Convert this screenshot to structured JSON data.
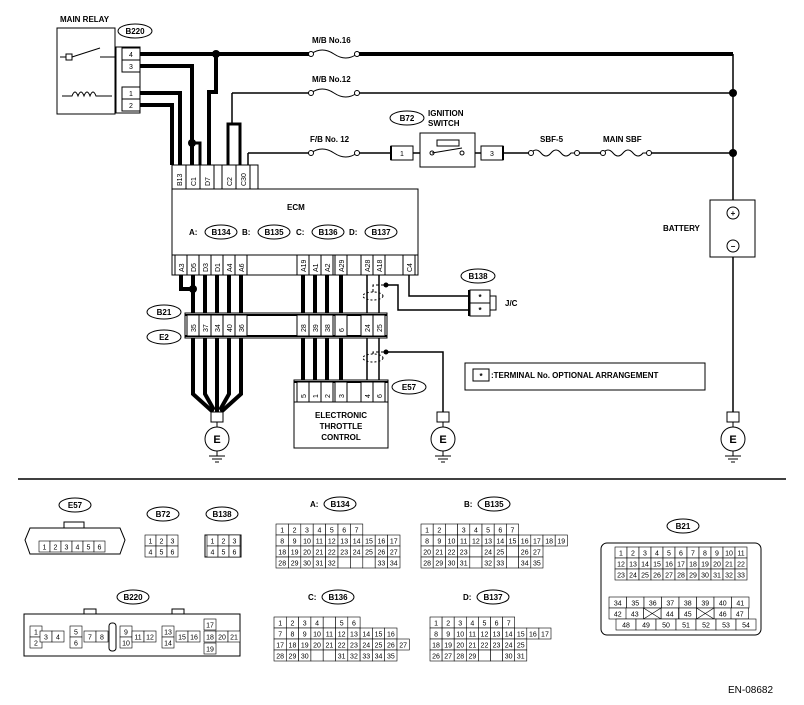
{
  "main_relay": {
    "title": "MAIN RELAY",
    "connector": "B220",
    "pins": [
      "4",
      "3",
      "1",
      "2"
    ]
  },
  "fuses": {
    "mb16": "M/B No.16",
    "mb12": "M/B No.12",
    "fb12": "F/B No. 12",
    "sbf5": "SBF-5",
    "main_sbf": "MAIN SBF"
  },
  "ignition": {
    "connector": "B72",
    "title_line1": "IGNITION",
    "title_line2": "SWITCH",
    "pin_left": "1",
    "pin_right": "3"
  },
  "battery": {
    "label": "BATTERY",
    "plus": "+",
    "minus": "−"
  },
  "ecm": {
    "title": "ECM",
    "top_pins": [
      "B13",
      "C1",
      "D7",
      "C2",
      "C30"
    ],
    "connectors": [
      {
        "prefix": "A:",
        "name": "B134"
      },
      {
        "prefix": "B:",
        "name": "B135"
      },
      {
        "prefix": "C:",
        "name": "B136"
      },
      {
        "prefix": "D:",
        "name": "B137"
      }
    ],
    "bottom_pins": [
      "A3",
      "D5",
      "D3",
      "D1",
      "A4",
      "A6",
      "A19",
      "A1",
      "A2",
      "A29",
      "A28",
      "A18",
      "C4"
    ]
  },
  "jc": {
    "connector": "B138",
    "label": "J/C",
    "star": "*"
  },
  "b21_e2": {
    "b21": "B21",
    "e2": "E2",
    "pins": [
      "35",
      "37",
      "34",
      "40",
      "36",
      "28",
      "39",
      "38",
      "6",
      "24",
      "25"
    ]
  },
  "etc": {
    "connector": "E57",
    "pins": [
      "5",
      "1",
      "2",
      "3",
      "4",
      "6"
    ],
    "line1": "ELECTRONIC",
    "line2": "THROTTLE",
    "line3": "CONTROL"
  },
  "ground": "E",
  "legend": {
    "star": "*",
    "text": ":TERMINAL No. OPTIONAL ARRANGEMENT"
  },
  "connector_views": {
    "e57": {
      "name": "E57",
      "pins": [
        "1",
        "2",
        "3",
        "4",
        "5",
        "6"
      ]
    },
    "b72": {
      "name": "B72",
      "rows": [
        [
          "1",
          "2",
          "3"
        ],
        [
          "4",
          "5",
          "6"
        ]
      ]
    },
    "b138": {
      "name": "B138",
      "rows": [
        [
          "1",
          "2",
          "3"
        ],
        [
          "4",
          "5",
          "6"
        ]
      ]
    },
    "b134": {
      "prefix": "A:",
      "name": "B134",
      "rows": [
        [
          "1",
          "2",
          "3",
          "4",
          "5",
          "6",
          "7"
        ],
        [
          "8",
          "9",
          "10",
          "11",
          "12",
          "13",
          "14",
          "15",
          "16",
          "17"
        ],
        [
          "18",
          "19",
          "20",
          "21",
          "22",
          "23",
          "24",
          "25",
          "26",
          "27"
        ],
        [
          "28",
          "29",
          "30",
          "31",
          "32",
          "",
          "",
          "",
          "33",
          "34"
        ]
      ]
    },
    "b135": {
      "prefix": "B:",
      "name": "B135",
      "rows": [
        [
          "1",
          "2",
          "",
          "3",
          "4",
          "5",
          "6",
          "7"
        ],
        [
          "8",
          "9",
          "10",
          "11",
          "12",
          "13",
          "14",
          "15",
          "16",
          "17",
          "18",
          "19"
        ],
        [
          "20",
          "21",
          "22",
          "23",
          "",
          "24",
          "25",
          "",
          "26",
          "27"
        ],
        [
          "28",
          "29",
          "30",
          "31",
          "",
          "32",
          "33",
          "",
          "34",
          "35"
        ]
      ]
    },
    "b136": {
      "prefix": "C:",
      "name": "B136",
      "rows": [
        [
          "1",
          "2",
          "3",
          "4",
          "",
          "5",
          "6"
        ],
        [
          "7",
          "8",
          "9",
          "10",
          "11",
          "12",
          "13",
          "14",
          "15",
          "16"
        ],
        [
          "17",
          "18",
          "19",
          "20",
          "21",
          "22",
          "23",
          "24",
          "25",
          "26",
          "27"
        ],
        [
          "28",
          "29",
          "30",
          "",
          "",
          "31",
          "32",
          "33",
          "34",
          "35"
        ]
      ]
    },
    "b137": {
      "prefix": "D:",
      "name": "B137",
      "rows": [
        [
          "1",
          "2",
          "3",
          "4",
          "5",
          "6",
          "7"
        ],
        [
          "8",
          "9",
          "10",
          "11",
          "12",
          "13",
          "14",
          "15",
          "16",
          "17"
        ],
        [
          "18",
          "19",
          "20",
          "21",
          "22",
          "23",
          "24",
          "25"
        ],
        [
          "26",
          "27",
          "28",
          "29",
          "",
          "",
          "30",
          "31"
        ]
      ]
    },
    "b21": {
      "name": "B21",
      "rows": [
        [
          "1",
          "2",
          "3",
          "4",
          "5",
          "6",
          "7",
          "8",
          "9",
          "10",
          "11"
        ],
        [
          "12",
          "13",
          "14",
          "15",
          "16",
          "17",
          "18",
          "19",
          "20",
          "21",
          "22"
        ],
        [
          "23",
          "24",
          "25",
          "26",
          "27",
          "28",
          "29",
          "30",
          "31",
          "32",
          "33"
        ],
        [
          "34",
          "35",
          "36",
          "37",
          "38",
          "39",
          "40",
          "41"
        ],
        [
          "42",
          "43",
          "44",
          "45",
          "46",
          "47"
        ],
        [
          "48",
          "49",
          "50",
          "51",
          "52",
          "53",
          "54"
        ]
      ]
    },
    "b220": {
      "name": "B220",
      "pins": [
        "1",
        "2",
        "3",
        "4",
        "5",
        "6",
        "7",
        "8",
        "9",
        "10",
        "11",
        "12",
        "13",
        "14",
        "15",
        "16",
        "17",
        "18",
        "19",
        "20",
        "21"
      ]
    }
  },
  "doc_id": "EN-08682"
}
